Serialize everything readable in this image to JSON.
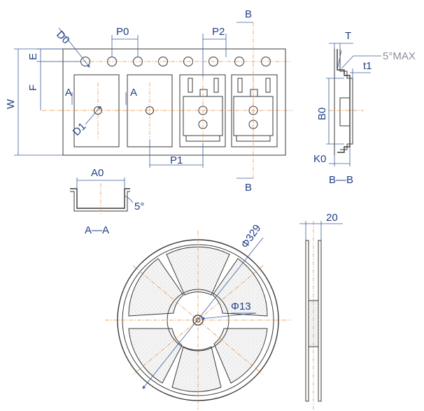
{
  "labels": {
    "D0": "D0",
    "P0": "P0",
    "P2": "P2",
    "B_top": "B",
    "B_bottom": "B",
    "T": "T",
    "max5": "5°MAX",
    "t1": "t1",
    "E": "E",
    "F": "F",
    "W": "W",
    "A_left": "A",
    "A_right": "A",
    "D1": "D1",
    "P1": "P1",
    "B0": "B0",
    "K0": "K0",
    "BB": "B—B",
    "A0": "A0",
    "deg5": "5°",
    "AA": "A—A",
    "phi329": "Φ329",
    "phi13": "Φ13",
    "w20": "20"
  },
  "colors": {
    "outline": "#3a3a3a",
    "dimension": "#3b5b9b",
    "centerline": "#e58a3a",
    "label": "#1f3f86",
    "label_gray": "#8a8f99"
  }
}
